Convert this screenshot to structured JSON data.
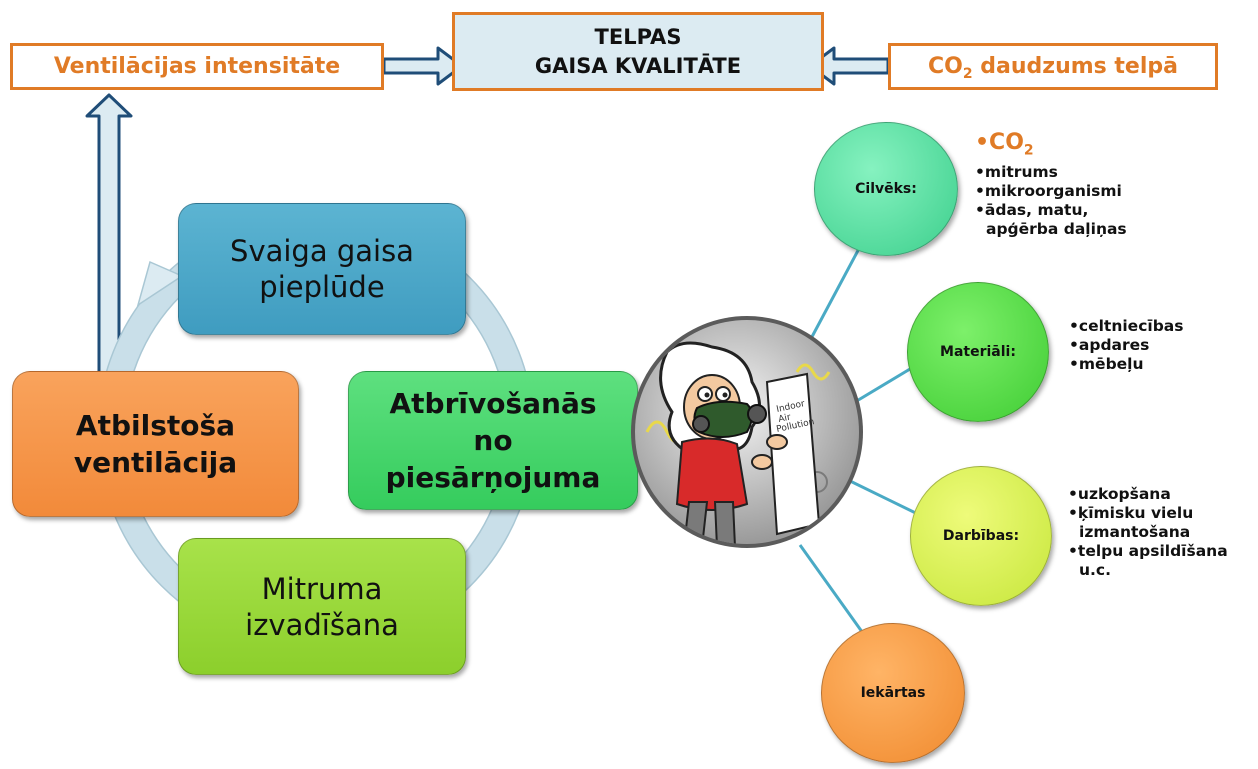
{
  "top": {
    "left_label": "Ventilācijas intensitāte",
    "center_line1": "TELPAS",
    "center_line2": "GAISA KVALITĀTE",
    "right_prefix": "CO",
    "right_sub": "2",
    "right_suffix": " daudzums telpā"
  },
  "cycle": {
    "top": {
      "line1": "Svaiga gaisa",
      "line2": "pieplūde"
    },
    "right": {
      "line1": "Atbrīvošanās",
      "line2": "no",
      "line3": "piesārņojuma"
    },
    "bottom": {
      "line1": "Mitruma",
      "line2": "izvadīšana"
    },
    "left": {
      "line1": "Atbilstoša",
      "line2": "ventilācija"
    }
  },
  "sources": [
    {
      "label": "Cilvēks:",
      "items": [
        "mitrums",
        "mikroorganismi",
        "ādas, matu,",
        "apģērba daļiņas"
      ],
      "highlight_prefix": "•CO",
      "highlight_sub": "2"
    },
    {
      "label": "Materiāli:",
      "items": [
        "•celtniecības",
        "•apdares",
        "•mēbeļu"
      ]
    },
    {
      "label": "Darbības:",
      "items": [
        "•uzkopšana",
        "•ķīmisku vielu",
        "izmantošana",
        "•telpu apsildīšana",
        "u.c."
      ]
    },
    {
      "label": "Iekārtas"
    }
  ],
  "illustration": {
    "scroll_text_1": "Indoor",
    "scroll_text_2": "Air",
    "scroll_text_3": "Pollution"
  },
  "colors": {
    "orange": "#e07b26",
    "center_box": "#dcebf2",
    "connector": "#4aaac5",
    "arrow": "#dcebf2"
  }
}
